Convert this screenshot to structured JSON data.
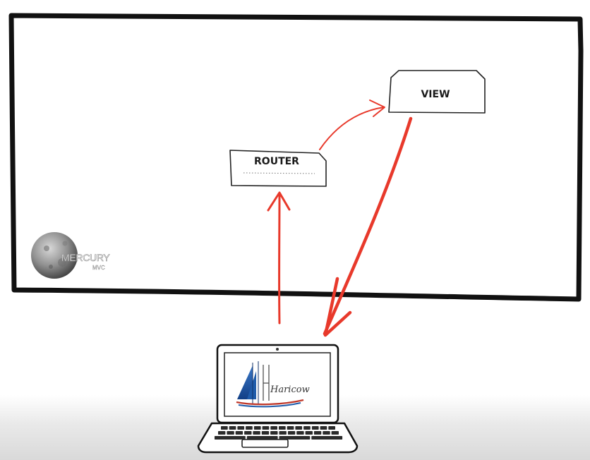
{
  "diagram": {
    "nodes": {
      "view": {
        "label": "VIEW"
      },
      "router": {
        "label": "ROUTER"
      }
    },
    "edges": [
      {
        "from": "laptop",
        "to": "router"
      },
      {
        "from": "router",
        "to": "view"
      },
      {
        "from": "view",
        "to": "laptop"
      }
    ]
  },
  "logo": {
    "name": "MERCURY",
    "subtitle": "MVC"
  },
  "laptop_screen": {
    "brand_text": "Haricow"
  },
  "colors": {
    "frame": "#111111",
    "arrow": "#e8392b",
    "box_stroke": "#222222"
  }
}
